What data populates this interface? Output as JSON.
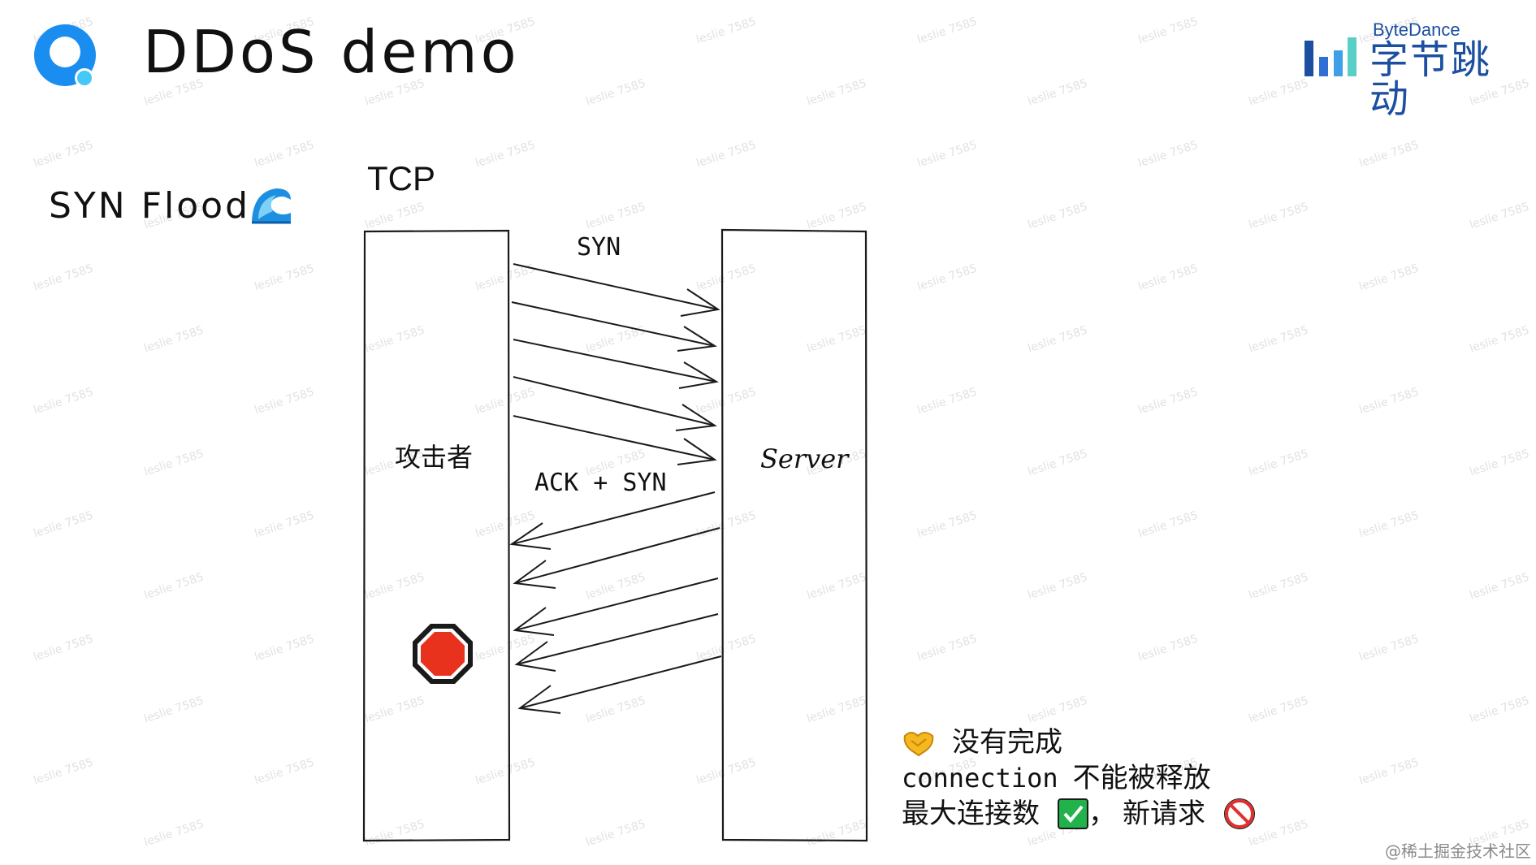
{
  "header": {
    "title": "DDoS demo",
    "logo_icon": "app-logo-icon"
  },
  "brand": {
    "name_en": "ByteDance",
    "name_cn": "字节跳动",
    "color": "#1c4fa0"
  },
  "sidebar": {
    "label": "SYN Flood",
    "icon": "wave-icon"
  },
  "diagram": {
    "protocol": "TCP",
    "left_box": "攻击者",
    "right_box": "Server",
    "forward_label": "SYN",
    "return_label": "ACK + SYN",
    "stop_icon": "stop-sign-icon",
    "stop_color": "#e8321e"
  },
  "legend": {
    "line1": "没有完成",
    "line1_icon": "handshake-icon",
    "line2_code": "connection",
    "line2_text": "不能被释放",
    "line3_text": "最大连接数",
    "line3_check_icon": "check-mark-icon",
    "line3_sep": "，",
    "line3_text2": "新请求",
    "line3_prohibited_icon": "prohibited-icon"
  },
  "footer": {
    "credit": "@稀土掘金技术社区"
  },
  "watermark": "leslie 7585"
}
